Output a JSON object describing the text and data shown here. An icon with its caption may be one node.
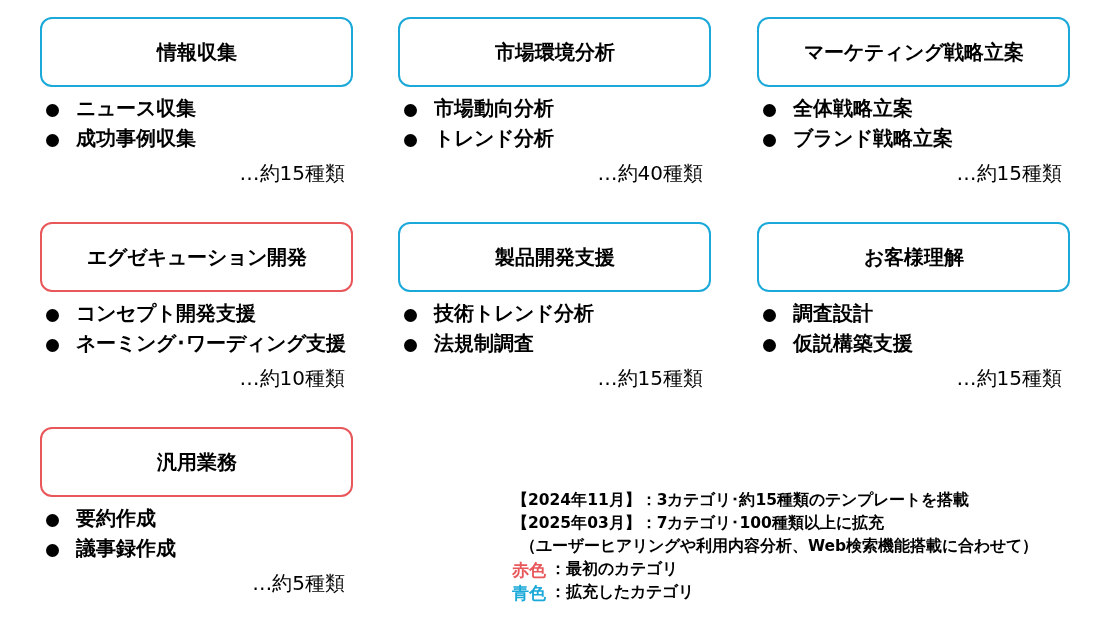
{
  "diagram": {
    "nodes": [
      {
        "text": [
          "情報収集"
        ],
        "beside": [
          "ニュース収集",
          "成功事例収集",
          "…約15種類"
        ]
      },
      {
        "text": [
          "市場環境分析"
        ],
        "beside": [
          "市場動向分析",
          "トレンド分析",
          "…約40種類"
        ]
      },
      {
        "text": [
          "マーケティング戦略立案"
        ],
        "beside": [
          "全体戦略立案",
          "ブランド戦略立案",
          "…約15種類"
        ]
      },
      {
        "text": [
          "エグゼキューション開発"
        ],
        "beside": [
          "コンセプト開発支援",
          "ネーミング･ワーディング支援",
          "…約10種類"
        ]
      },
      {
        "text": [
          "製品開発支援"
        ],
        "beside": [
          "技術トレンド分析",
          "法規制調査",
          "…約15種類"
        ]
      },
      {
        "text": [
          "お客様理解"
        ],
        "beside": [
          "調査設計",
          "仮説構築支援",
          "…約15種類"
        ]
      },
      {
        "text": [
          "汎用業務"
        ],
        "beside": [
          "要約作成",
          "議事録作成",
          "…約5種類"
        ]
      }
    ],
    "labels": [
      "【2024年11月】：3カテゴリ･約15種類のテンプレートを搭載",
      "【2025年03月】：7カテゴリ･100種類以上に拡充",
      "（ユーザーヒアリングや利用内容分析、Web検索機能搭載に合わせて）"
    ],
    "legend": [
      {
        "text": "赤色：最初のカテゴリ",
        "color": "#e8575a"
      },
      {
        "text": "青色：拡充したカテゴリ",
        "color": "#1ba9d9"
      }
    ]
  }
}
